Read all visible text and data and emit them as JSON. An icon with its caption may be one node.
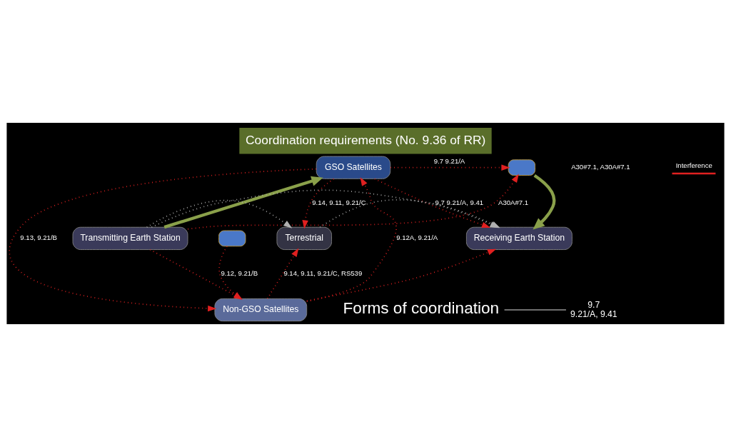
{
  "diagram": {
    "title": "Coordination requirements (No. 9.36 of RR)",
    "nodes": [
      {
        "text": [],
        "shape": "box"
      },
      {
        "text": [
          "GSO Satellites"
        ]
      },
      {
        "text": [
          "Non-GSO Satellites"
        ]
      },
      {
        "text": [],
        "shape": "box"
      },
      {
        "text": [
          "Transmitting Earth Station"
        ]
      },
      {
        "text": [
          "Receiving Earth Station"
        ]
      },
      {
        "text": [
          "Terrestrial"
        ]
      },
      {
        "text": [
          "Forms of coordination"
        ]
      },
      {
        "text": [
          "9.7",
          "9.21/A, 9.41"
        ]
      }
    ],
    "edges": [
      {
        "from": 1,
        "to": 0,
        "arrow": "to",
        "label": "9.7 9.21/A",
        "style": "dashed"
      },
      {
        "from": 2,
        "to": 1,
        "arrow": "to",
        "label": "9.12A, 9.21/A",
        "style": "dashed"
      },
      {
        "from": 1,
        "to": 2,
        "arrow": "to",
        "label": "9.13, 9.21/B",
        "style": "dashed"
      },
      {
        "from": 4,
        "to": 0,
        "arrow": "to",
        "label": "A30A#7.1",
        "style": "dashed"
      },
      {
        "from": 0,
        "to": 5,
        "arrow": "to",
        "style": "thick",
        "color": "#8aa04a"
      },
      {
        "from": 4,
        "to": 1,
        "arrow": "to",
        "style": "thick",
        "color": "#8aa04a"
      },
      {
        "from": 1,
        "to": 6,
        "arrow": "to",
        "label": "9.14, 9.11, 9.21/C",
        "style": "dashed"
      },
      {
        "from": 1,
        "to": 5,
        "arrow": "to",
        "label": "9.7 9.21/A, 9.41",
        "style": "dashed"
      },
      {
        "from": 3,
        "to": 2,
        "arrow": "to",
        "label": "9.12, 9.21/B",
        "style": "dashed"
      },
      {
        "from": 4,
        "to": 2,
        "arrow": "to",
        "style": "dashed"
      },
      {
        "from": 2,
        "to": 5,
        "arrow": "to",
        "style": "dashed"
      },
      {
        "from": 2,
        "to": 6,
        "arrow": "to",
        "label": "9.14, 9.11, 9.21/C, RS539",
        "style": "dashed"
      },
      {
        "from": 4,
        "to": 5,
        "arrow": "to",
        "style": "dashed",
        "color": "#b0b0b0"
      },
      {
        "from": 4,
        "to": 6,
        "arrow": "to",
        "style": "dashed",
        "color": "#b0b0b0"
      },
      {
        "from": 6,
        "to": 5,
        "arrow": "to",
        "style": "dashed",
        "color": "#b0b0b0"
      },
      {
        "from": 7,
        "to": 8,
        "arrow": "none",
        "color": "#ffffff"
      }
    ],
    "labels": [
      "A30#7.1, A30A#7.1"
    ],
    "legend": [
      {
        "text": "Interference"
      }
    ]
  }
}
